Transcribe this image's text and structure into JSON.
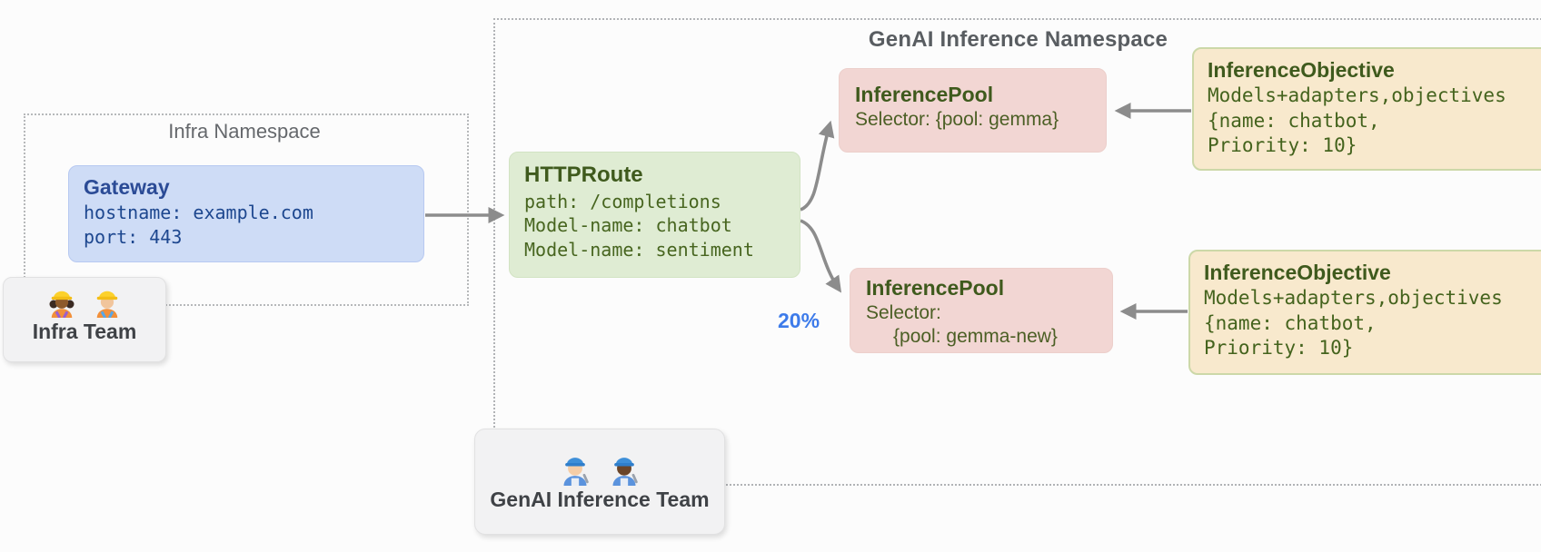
{
  "diagram": {
    "namespaces": {
      "infra": {
        "title": "Infra Namespace"
      },
      "genai": {
        "title": "GenAI Inference Namespace"
      }
    },
    "nodes": {
      "gateway": {
        "title": "Gateway",
        "lines": [
          "hostname: example.com",
          "port: 443"
        ]
      },
      "httproute": {
        "title": "HTTPRoute",
        "lines": [
          "path: /completions",
          "Model-name: chatbot",
          "Model-name: sentiment"
        ]
      },
      "pool_top": {
        "title": "InferencePool",
        "lines": [
          "Selector: {pool: gemma}"
        ]
      },
      "pool_bottom": {
        "title": "InferencePool",
        "lines": [
          "Selector:",
          "{pool: gemma-new}"
        ]
      },
      "objective_top": {
        "title": "InferenceObjective",
        "lines": [
          "Models+adapters,objectives",
          "{name: chatbot,",
          "Priority: 10}"
        ]
      },
      "objective_bottom": {
        "title": "InferenceObjective",
        "lines": [
          "Models+adapters,objectives",
          "{name: chatbot,",
          "Priority: 10}"
        ]
      }
    },
    "teams": {
      "infra": {
        "label": "Infra Team",
        "icons": [
          "construction-worker-icon",
          "construction-worker-icon"
        ]
      },
      "genai": {
        "label": "GenAI Inference Team",
        "icons": [
          "mechanic-icon",
          "mechanic-icon"
        ]
      }
    },
    "annotations": {
      "traffic_split": "20%"
    },
    "colors": {
      "gateway_fill": "#cedcf6",
      "httproute_fill": "#dfecd3",
      "pool_fill": "#f2d6d3",
      "objective_fill": "#f8e9cd",
      "objective_border": "#ccd8a8",
      "heading_green": "#3f5a1d",
      "gateway_text": "#1d478f",
      "arrow_gray": "#8c8c8c",
      "traffic_split_blue": "#3d7bea",
      "namespace_title_gray": "#595d61"
    }
  }
}
